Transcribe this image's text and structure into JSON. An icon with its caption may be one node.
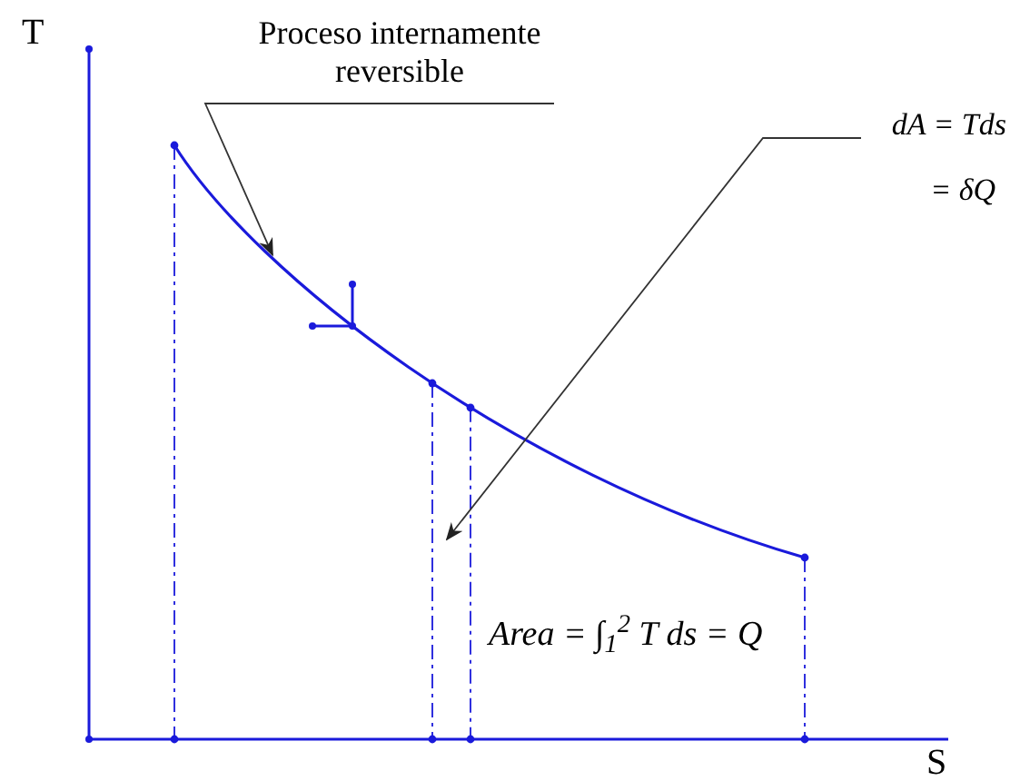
{
  "diagram": {
    "nodes": [
      {
        "text": [
          "Proceso internamente reversible"
        ]
      },
      {
        "text": [],
        "shape": "curve"
      },
      {
        "text": [
          "dA = Tds",
          "= δQ"
        ]
      },
      {
        "text": [],
        "shape": "bar"
      }
    ],
    "edges": [
      {
        "from": 0,
        "to": 1,
        "arrow": "to"
      },
      {
        "from": 2,
        "to": 3,
        "arrow": "to"
      }
    ],
    "labels": [
      "T",
      "S",
      "Area = ∫$_{1}$$^{2}$ T ds = Q"
    ]
  }
}
